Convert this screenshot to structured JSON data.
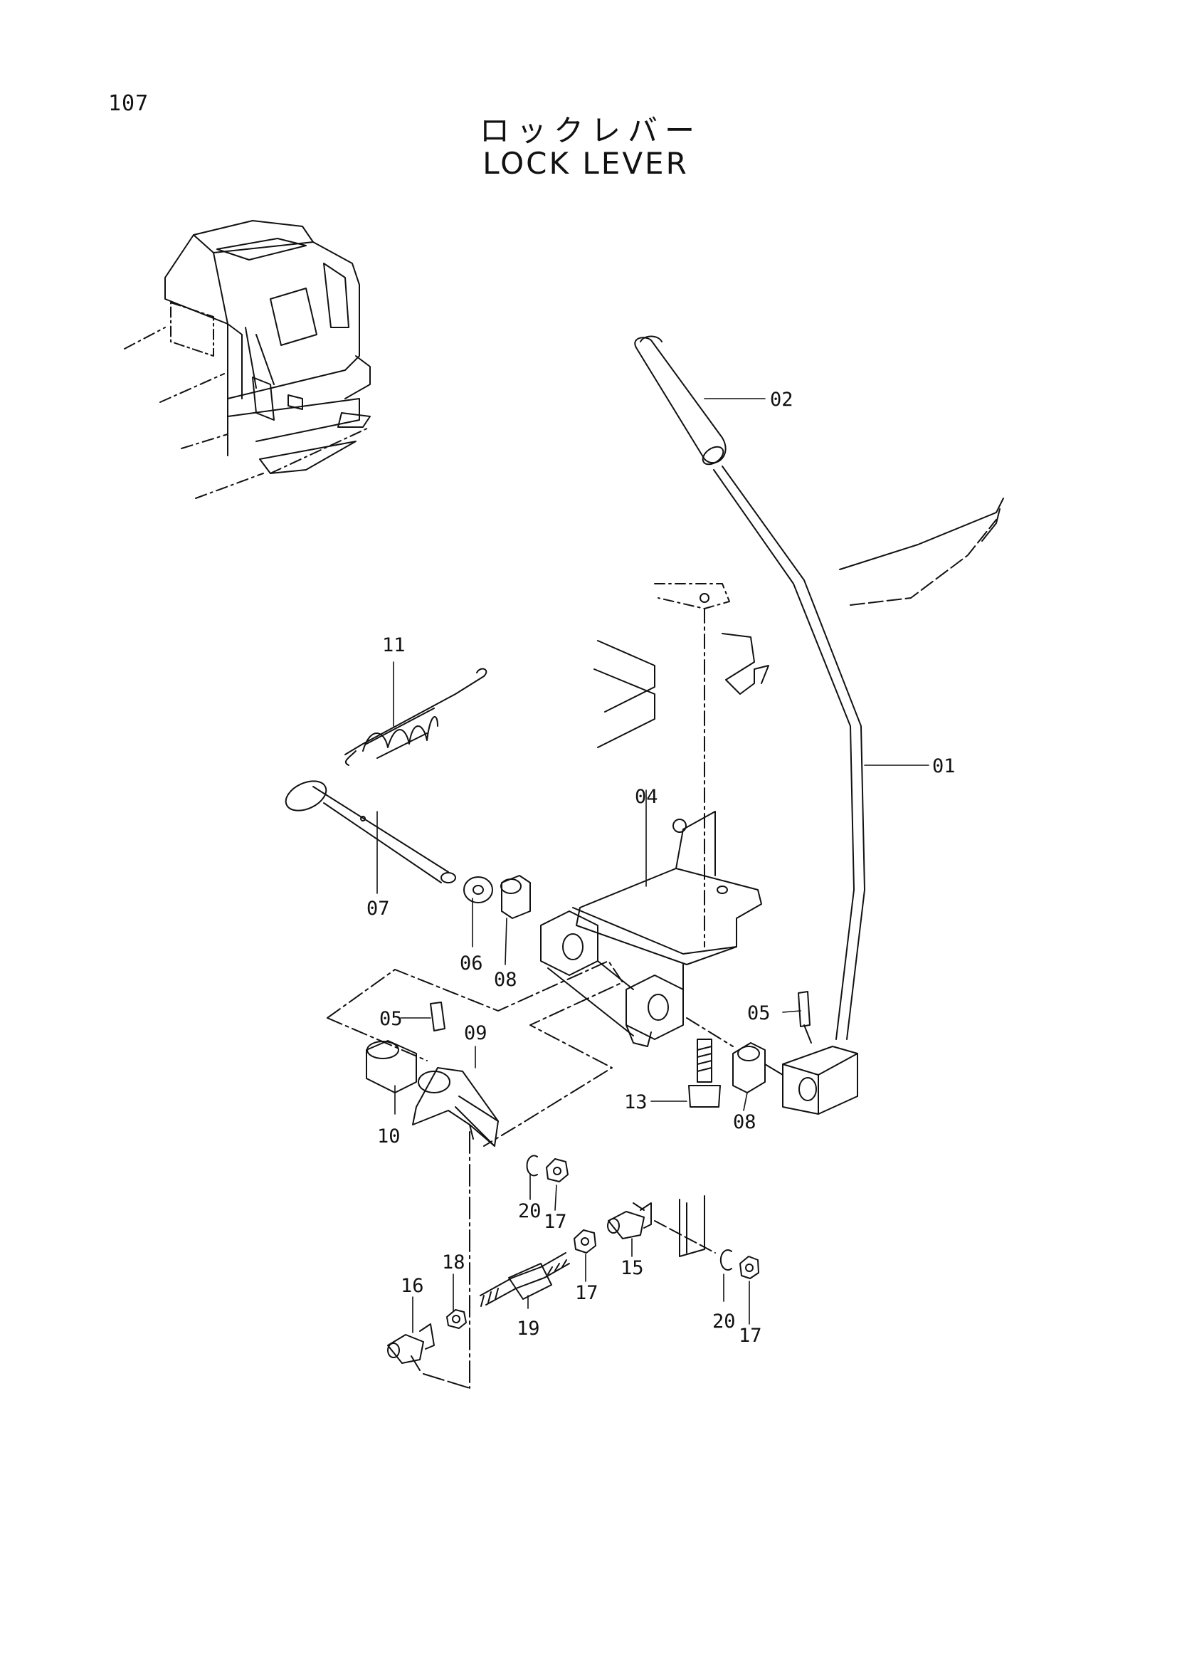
{
  "page": {
    "number": "107",
    "title_jp": "ロックレバー",
    "title_en": "LOCK LEVER"
  },
  "parts": [
    {
      "id": "02"
    },
    {
      "id": "01"
    },
    {
      "id": "11"
    },
    {
      "id": "04"
    },
    {
      "id": "07"
    },
    {
      "id": "06"
    },
    {
      "id": "08"
    },
    {
      "id": "05"
    },
    {
      "id": "09"
    },
    {
      "id": "05"
    },
    {
      "id": "10"
    },
    {
      "id": "13"
    },
    {
      "id": "08"
    },
    {
      "id": "20"
    },
    {
      "id": "17"
    },
    {
      "id": "15"
    },
    {
      "id": "18"
    },
    {
      "id": "16"
    },
    {
      "id": "17"
    },
    {
      "id": "19"
    },
    {
      "id": "20"
    },
    {
      "id": "17"
    }
  ]
}
